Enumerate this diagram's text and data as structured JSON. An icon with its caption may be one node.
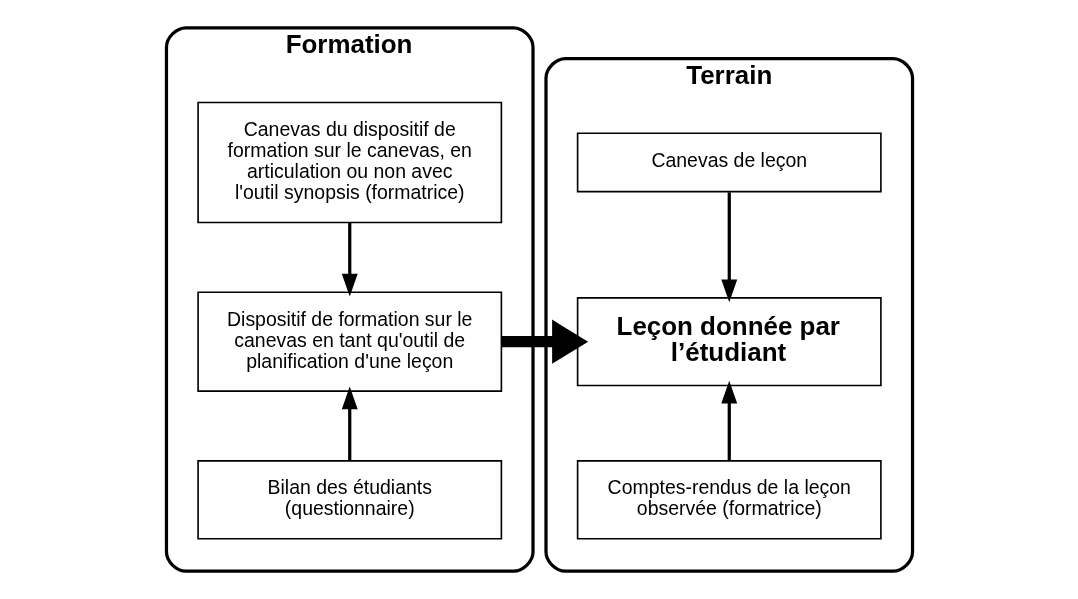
{
  "diagram": {
    "nodes": [
      {
        "text": [
          "Formation"
        ]
      },
      {
        "text": [
          "Canevas du dispositif de formation sur le canevas, en articulation ou non avec l'outil synopsis (formatrice)"
        ],
        "in": 0
      },
      {
        "text": [
          "Dispositif de formation sur le canevas en tant qu'outil de planification d'une leçon"
        ],
        "in": 0
      },
      {
        "text": [
          "Bilan des étudiants (questionnaire)"
        ],
        "in": 0
      },
      {
        "text": [
          "Terrain"
        ]
      },
      {
        "text": [
          "Canevas de leçon"
        ],
        "in": 4
      },
      {
        "text": [
          "Leçon donnée par l’étudiant"
        ],
        "in": 4
      },
      {
        "text": [
          "Comptes-rendus de la leçon observée (formatrice)"
        ],
        "in": 4
      }
    ],
    "edges": [
      {
        "from": 1,
        "to": 2,
        "arrow": "to"
      },
      {
        "from": 3,
        "to": 2,
        "arrow": "to"
      },
      {
        "from": 2,
        "to": 6,
        "arrow": "to",
        "style": "thick"
      },
      {
        "from": 5,
        "to": 6,
        "arrow": "to"
      },
      {
        "from": 7,
        "to": 6,
        "arrow": "to"
      }
    ]
  }
}
